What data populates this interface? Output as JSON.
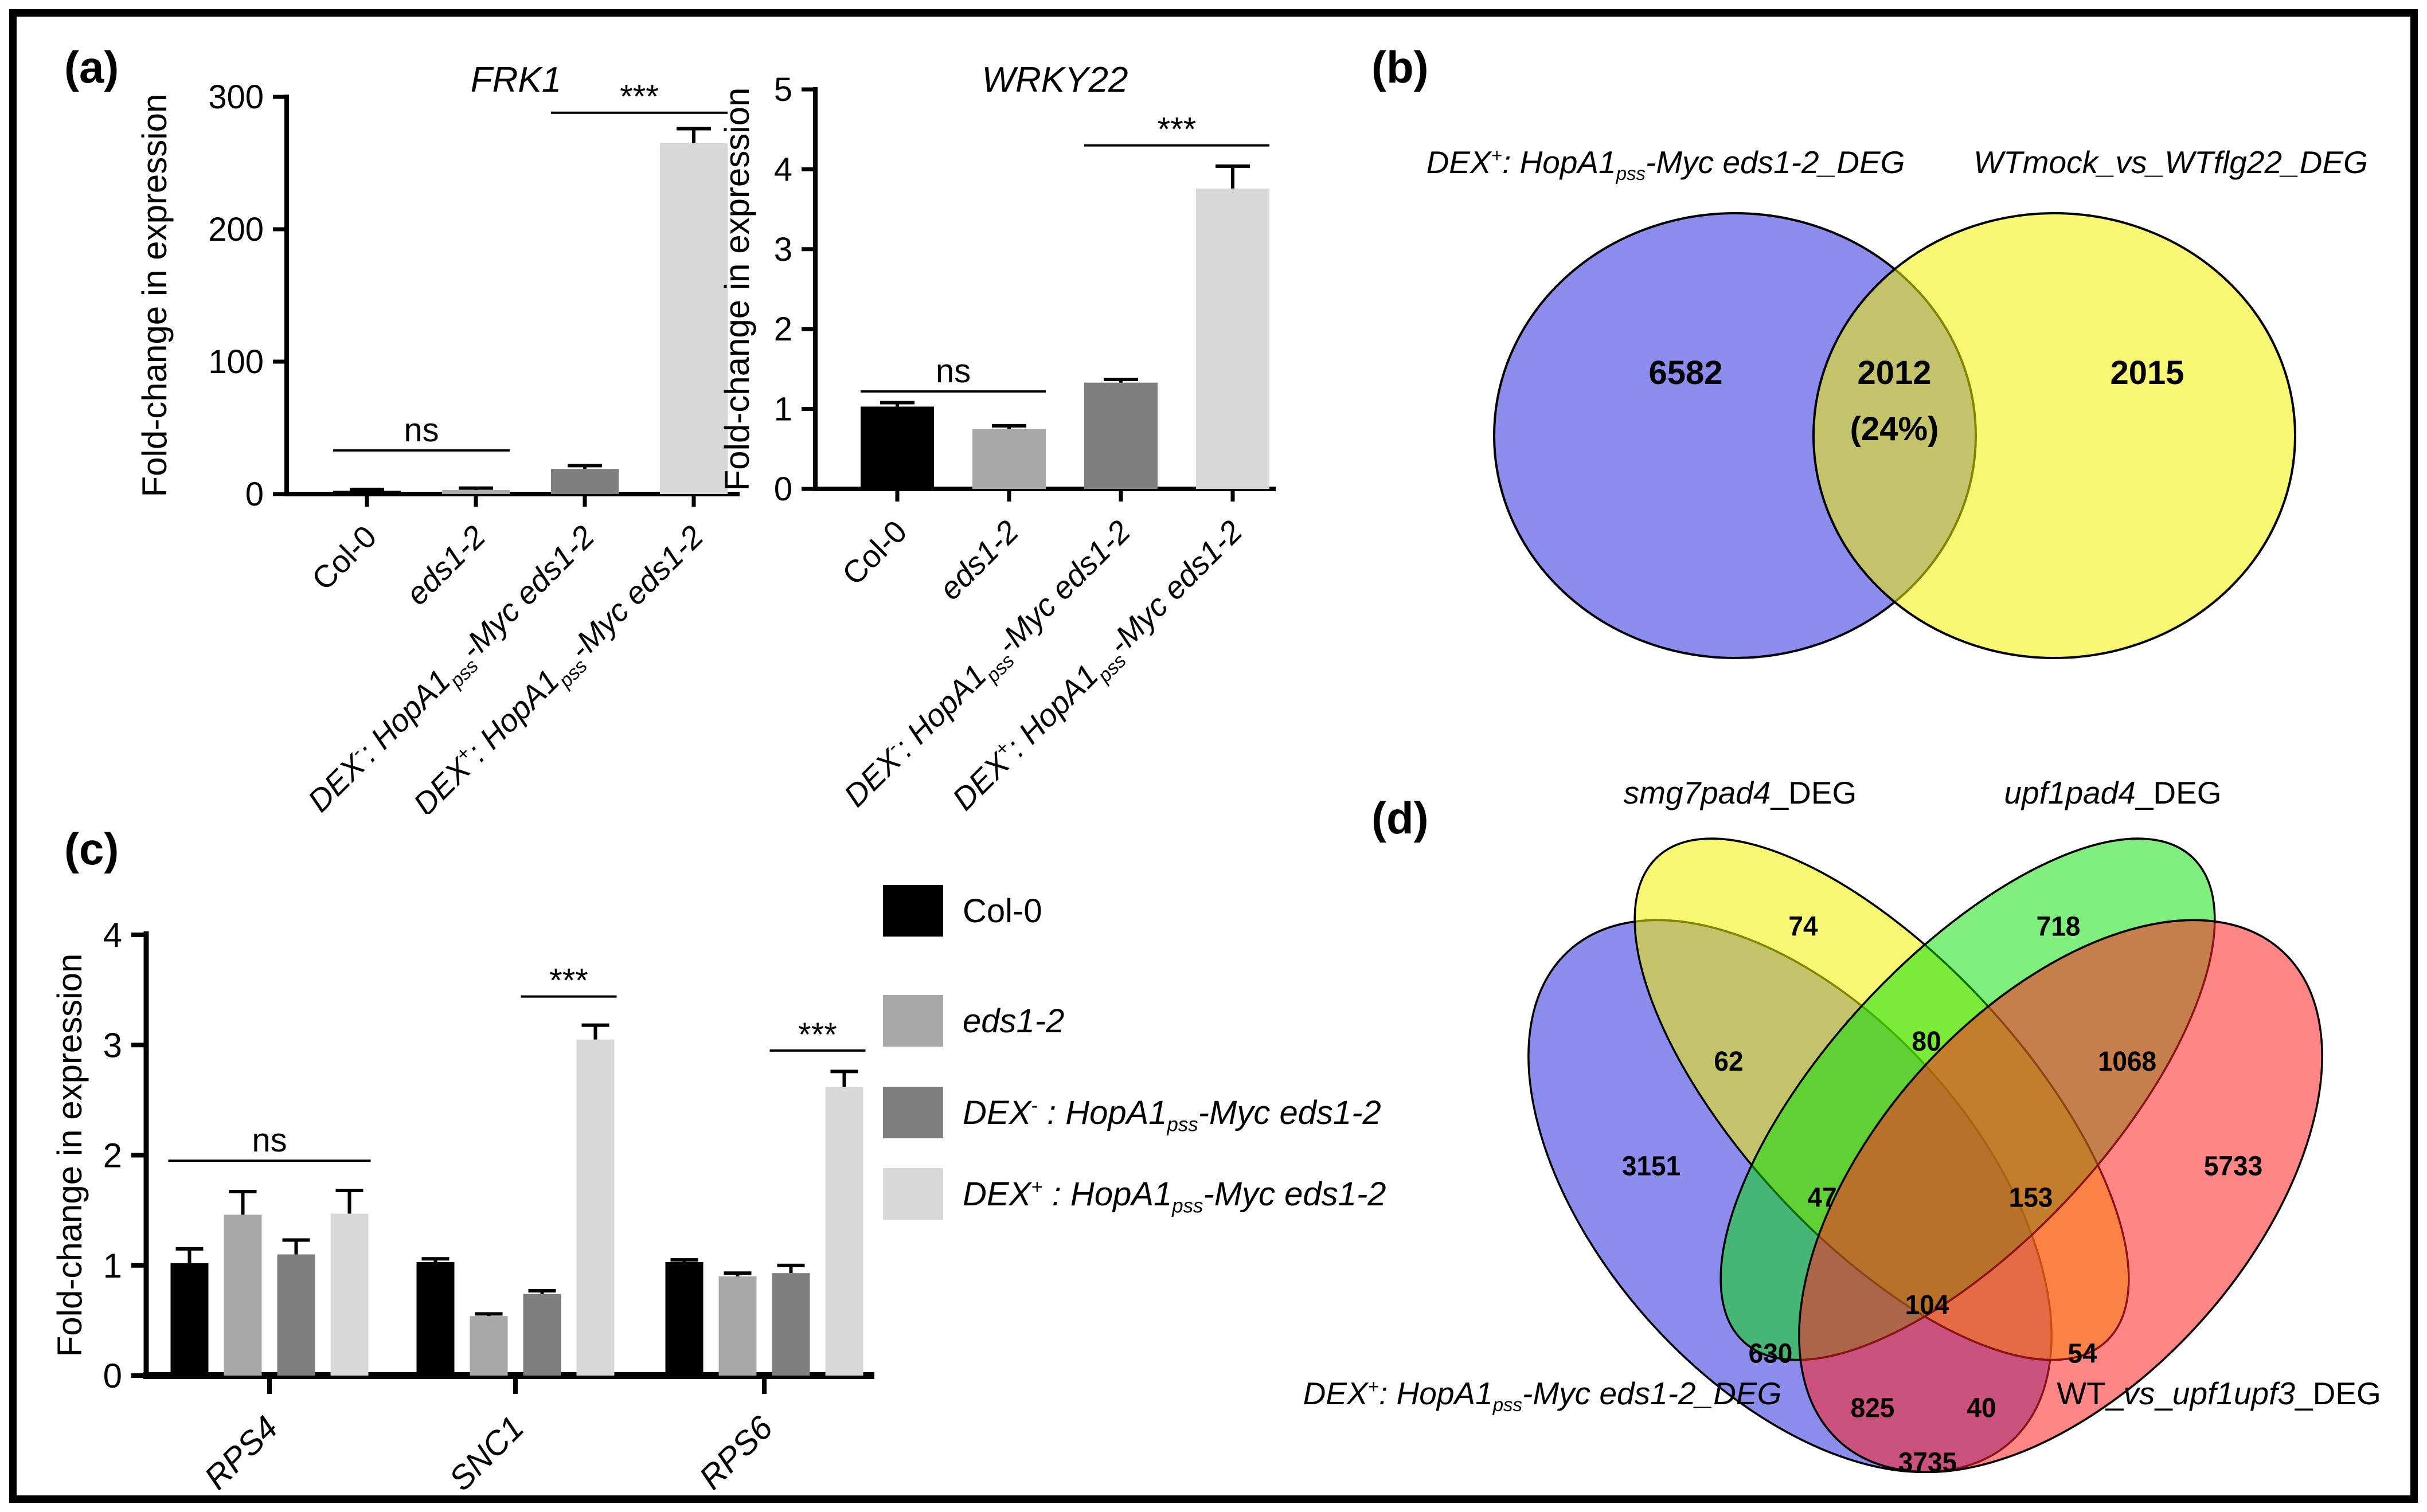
{
  "figure": {
    "background": "#ffffff",
    "border_color": "#000000"
  },
  "panels": {
    "a": {
      "label": "(a)"
    },
    "b": {
      "label": "(b)"
    },
    "c": {
      "label": "(c)"
    },
    "d": {
      "label": "(d)"
    }
  },
  "chart_data": [
    {
      "id": "frk1",
      "panel": "a",
      "type": "bar",
      "title": [
        {
          "t": "FRK1",
          "i": true
        }
      ],
      "ylabel": "Fold-change in expression",
      "ylim": [
        0,
        300
      ],
      "yticks": [
        0,
        100,
        200,
        300
      ],
      "categories": [
        [
          {
            "t": "Col-0"
          }
        ],
        [
          {
            "t": "eds1-2",
            "i": true
          }
        ],
        [
          {
            "t": "DEX",
            "i": true
          },
          {
            "t": "-",
            "sup": true,
            "i": true
          },
          {
            "t": ": HopA1",
            "i": true
          },
          {
            "t": "pss",
            "sub": true,
            "i": true
          },
          {
            "t": "-Myc eds1-2",
            "i": true
          }
        ],
        [
          {
            "t": "DEX",
            "i": true
          },
          {
            "t": "+",
            "sup": true,
            "i": true
          },
          {
            "t": ": HopA1",
            "i": true
          },
          {
            "t": "pss",
            "sub": true,
            "i": true
          },
          {
            "t": "-Myc eds1-2",
            "i": true
          }
        ]
      ],
      "values": [
        2.5,
        3,
        19,
        265
      ],
      "errors": [
        1,
        1.5,
        2.5,
        11
      ],
      "bar_colors": [
        "#000000",
        "#a8a8a8",
        "#7f7f7f",
        "#d8d8d8"
      ],
      "annotations": [
        {
          "text": "ns",
          "from": 0,
          "to": 1,
          "y": 33
        },
        {
          "text": "***",
          "from": 2,
          "to": 3,
          "y": 288
        }
      ]
    },
    {
      "id": "wrky22",
      "panel": "a",
      "type": "bar",
      "title": [
        {
          "t": "WRKY22",
          "i": true
        }
      ],
      "ylabel": "Fold-change in expression",
      "ylim": [
        0,
        5
      ],
      "yticks": [
        0,
        1,
        2,
        3,
        4,
        5
      ],
      "categories": [
        [
          {
            "t": "Col-0"
          }
        ],
        [
          {
            "t": "eds1-2",
            "i": true
          }
        ],
        [
          {
            "t": "DEX",
            "i": true
          },
          {
            "t": "-",
            "sup": true,
            "i": true
          },
          {
            "t": ": HopA1",
            "i": true
          },
          {
            "t": "pss",
            "sub": true,
            "i": true
          },
          {
            "t": "-Myc eds1-2",
            "i": true
          }
        ],
        [
          {
            "t": "DEX",
            "i": true
          },
          {
            "t": "+",
            "sup": true,
            "i": true
          },
          {
            "t": ": HopA1",
            "i": true
          },
          {
            "t": "pss",
            "sub": true,
            "i": true
          },
          {
            "t": "-Myc eds1-2",
            "i": true
          }
        ]
      ],
      "values": [
        1.03,
        0.75,
        1.33,
        3.76
      ],
      "errors": [
        0.05,
        0.04,
        0.04,
        0.28
      ],
      "bar_colors": [
        "#000000",
        "#a8a8a8",
        "#7f7f7f",
        "#d8d8d8"
      ],
      "annotations": [
        {
          "text": "ns",
          "from": 0,
          "to": 1,
          "y": 1.22
        },
        {
          "text": "***",
          "from": 2,
          "to": 3,
          "y": 4.3
        }
      ]
    },
    {
      "id": "flg22-venn",
      "panel": "b",
      "type": "venn2",
      "set_labels": [
        [
          {
            "t": "DEX",
            "i": true
          },
          {
            "t": "+",
            "sup": true,
            "i": true
          },
          {
            "t": ": HopA1",
            "i": true
          },
          {
            "t": "pss",
            "sub": true,
            "i": true
          },
          {
            "t": "-Myc eds1-2_DEG",
            "i": true
          }
        ],
        [
          {
            "t": "WTmock_vs_WTflg22_DEG",
            "i": true
          }
        ]
      ],
      "region_values": {
        "left_only": "6582",
        "overlap": "2012",
        "overlap_pct": "(24%)",
        "right_only": "2015"
      },
      "fills": {
        "left": "#2222dd",
        "right": "#f0f000"
      }
    },
    {
      "id": "defense-genes",
      "panel": "c",
      "type": "grouped_bar",
      "ylabel": "Fold-change in expression",
      "ylim": [
        0,
        4
      ],
      "yticks": [
        0,
        1,
        2,
        3,
        4
      ],
      "categories": [
        [
          {
            "t": "RPS4",
            "i": true
          }
        ],
        [
          {
            "t": "SNC1",
            "i": true
          }
        ],
        [
          {
            "t": "RPS6",
            "i": true
          }
        ]
      ],
      "series": [
        {
          "name": [
            {
              "t": "Col-0"
            }
          ],
          "color": "#000000",
          "values": [
            1.02,
            1.03,
            1.03
          ],
          "errors": [
            0.13,
            0.03,
            0.02
          ]
        },
        {
          "name": [
            {
              "t": "eds1-2",
              "i": true
            }
          ],
          "color": "#a8a8a8",
          "values": [
            1.46,
            0.54,
            0.9
          ],
          "errors": [
            0.21,
            0.02,
            0.03
          ]
        },
        {
          "name": [
            {
              "t": "DEX",
              "i": true
            },
            {
              "t": "-",
              "sup": true,
              "i": true
            },
            {
              "t": " : HopA1",
              "i": true
            },
            {
              "t": "pss",
              "sub": true,
              "i": true
            },
            {
              "t": "-Myc eds1-2",
              "i": true
            }
          ],
          "color": "#7f7f7f",
          "values": [
            1.1,
            0.74,
            0.93
          ],
          "errors": [
            0.13,
            0.03,
            0.07
          ]
        },
        {
          "name": [
            {
              "t": "DEX",
              "i": true
            },
            {
              "t": "+",
              "sup": true,
              "i": true
            },
            {
              "t": " : HopA1",
              "i": true
            },
            {
              "t": "pss",
              "sub": true,
              "i": true
            },
            {
              "t": "-Myc eds1-2",
              "i": true
            }
          ],
          "color": "#d8d8d8",
          "values": [
            1.47,
            3.05,
            2.62
          ],
          "errors": [
            0.21,
            0.13,
            0.14
          ]
        }
      ],
      "annotations": [
        {
          "text": "ns",
          "group": 0,
          "from_series": 0,
          "to_series": 3,
          "y": 1.95
        },
        {
          "text": "***",
          "group": 1,
          "from_series": 2,
          "to_series": 3,
          "y": 3.44
        },
        {
          "text": "***",
          "group": 2,
          "from_series": 2,
          "to_series": 3,
          "y": 2.95
        }
      ]
    },
    {
      "id": "nmd-venn",
      "panel": "d",
      "type": "venn4",
      "set_labels": {
        "top_left": [
          {
            "t": "smg7pad4",
            "i": true
          },
          {
            "t": "_DEG"
          }
        ],
        "top_right": [
          {
            "t": "upf1pad4",
            "i": true
          },
          {
            "t": "_DEG"
          }
        ],
        "bottom_left": [
          {
            "t": "DEX",
            "i": true
          },
          {
            "t": "+",
            "sup": true,
            "i": true
          },
          {
            "t": ": HopA1",
            "i": true
          },
          {
            "t": "pss",
            "sub": true,
            "i": true
          },
          {
            "t": "-Myc eds1-2_DEG",
            "i": true
          }
        ],
        "bottom_right": [
          {
            "t": "WT_"
          },
          {
            "t": "vs",
            "i": true
          },
          {
            "t": "_"
          },
          {
            "t": "upf1upf3",
            "i": true
          },
          {
            "t": "_DEG"
          }
        ]
      },
      "set_fills": {
        "A": "#2222dd",
        "B": "#f0f000",
        "C": "#00dd00",
        "D": "#ff2222"
      },
      "region_values": {
        "A": "3151",
        "B": "74",
        "C": "718",
        "D": "5733",
        "AB": "62",
        "BC": "80",
        "CD": "1068",
        "AC": "630",
        "BD": "54",
        "AD": "3735",
        "ABC": "47",
        "BCD": "153",
        "ACD": "825",
        "ABD": "40",
        "ABCD": "104"
      }
    }
  ]
}
